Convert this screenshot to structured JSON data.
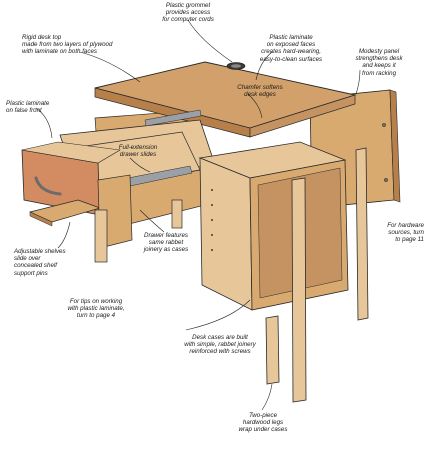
{
  "colors": {
    "wood_light": "#e7c79a",
    "wood_mid": "#d9aa6f",
    "wood_dark": "#b7804a",
    "top_panel": "#d2a06a",
    "laminate_front": "#d38b61",
    "inner_shadow": "#c49361",
    "outline": "#2a2a2a",
    "leader": "#222222"
  },
  "callouts": {
    "grommet": "Plastic grommet\nprovides access\nfor computer cords",
    "rigid_top": "Rigid desk top\nmade from two layers of plywood\nwith laminate on both faces",
    "laminate_exposed": "Plastic laminate\non exposed faces\ncreates hard-wearing,\neasy-to-clean surfaces",
    "modesty_panel": "Modesty panel\nstrengthens desk\nand keeps it\nfrom racking",
    "chamfer": "Chamfer softens\ndesk edges",
    "false_front": "Plastic laminate\non false front",
    "drawer_slides": "Full-extension\ndrawer slides",
    "hardware": "For hardware\nsources, turn\nto page 11",
    "adjustable_shelves": "Adjustable shelves\nslide over\nconcealed shelf\nsupport pins",
    "drawer_joinery": "Drawer features\nsame rabbet\njoinery as cases",
    "laminate_tips": "For tips on working\nwith plastic laminate,\nturn to page 4",
    "desk_cases": "Desk cases are built\nwith simple, rabbet joinery\nreinforced with screws",
    "two_piece_legs": "Two-piece\nhardwood legs\nwrap under cases"
  }
}
